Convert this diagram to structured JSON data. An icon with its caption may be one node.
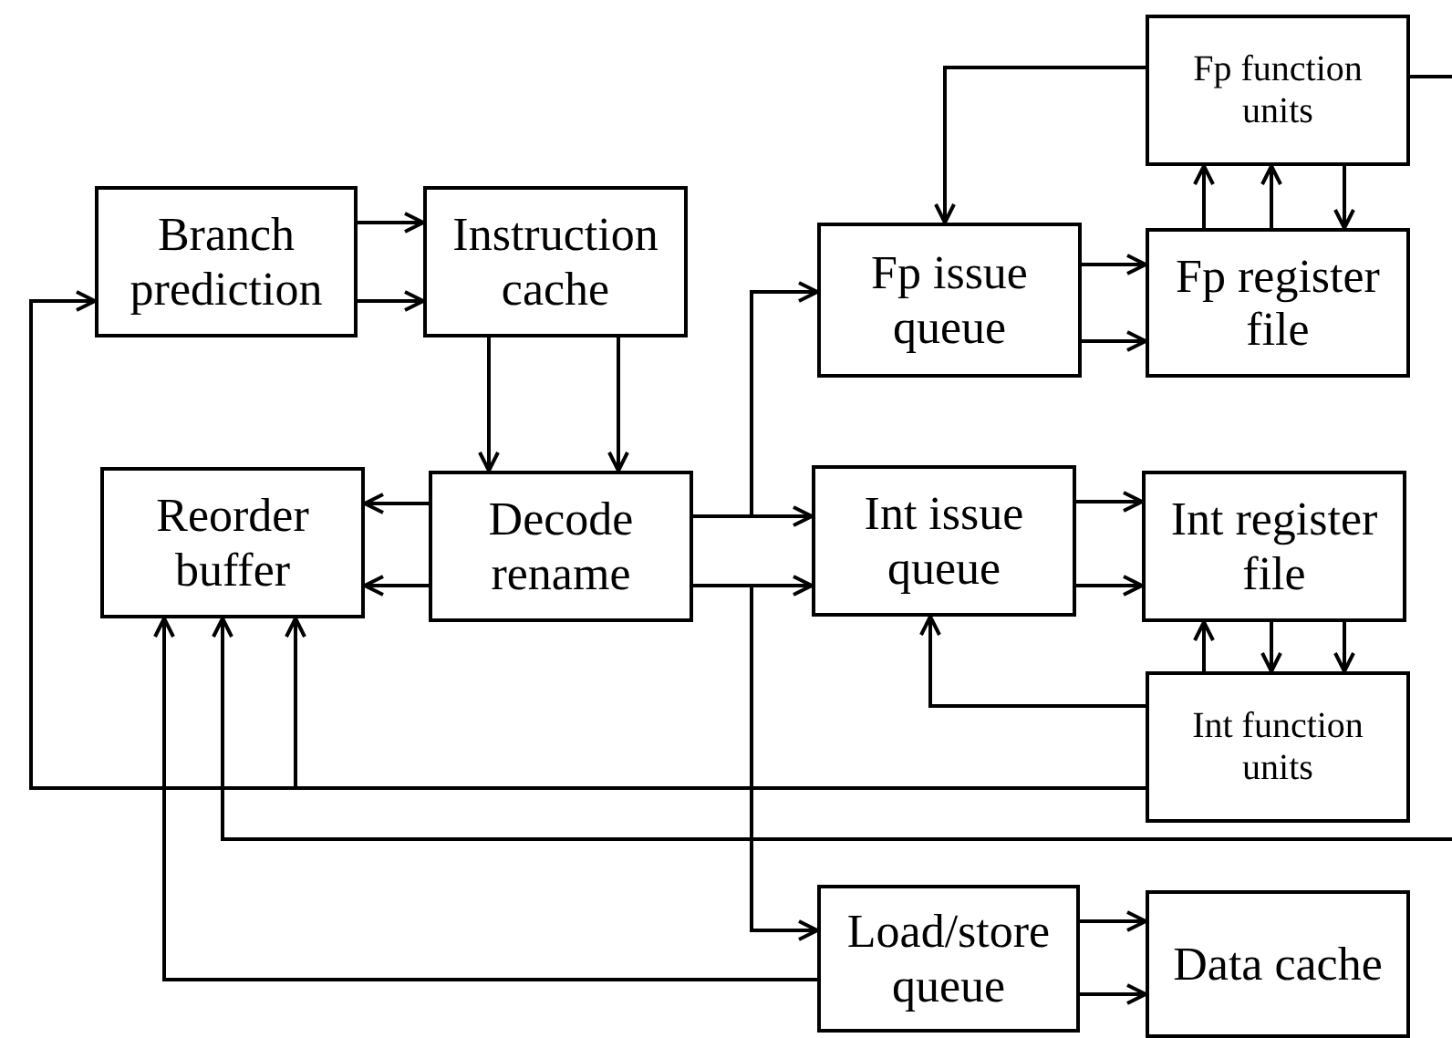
{
  "diagram": {
    "nodes": [
      {
        "text": [
          "Branch prediction"
        ]
      },
      {
        "text": [
          "Instruction cache"
        ]
      },
      {
        "text": [
          "Reorder buffer"
        ]
      },
      {
        "text": [
          "Decode rename"
        ]
      },
      {
        "text": [
          "Fp function units"
        ]
      },
      {
        "text": [
          "Fp issue queue"
        ]
      },
      {
        "text": [
          "Fp register file"
        ]
      },
      {
        "text": [
          "Int issue queue"
        ]
      },
      {
        "text": [
          "Int register file"
        ]
      },
      {
        "text": [
          "Int function units"
        ]
      },
      {
        "text": [
          "Load/store queue"
        ]
      },
      {
        "text": [
          "Data cache"
        ]
      }
    ],
    "edges": [
      {
        "from": 0,
        "to": 1,
        "arrow": "to"
      },
      {
        "from": 0,
        "to": 1,
        "arrow": "to"
      },
      {
        "from": 1,
        "to": 3,
        "arrow": "to"
      },
      {
        "from": 1,
        "to": 3,
        "arrow": "to"
      },
      {
        "from": 3,
        "to": 2,
        "arrow": "to"
      },
      {
        "from": 3,
        "to": 2,
        "arrow": "to"
      },
      {
        "from": 3,
        "to": 5,
        "arrow": "to"
      },
      {
        "from": 3,
        "to": 7,
        "arrow": "to"
      },
      {
        "from": 3,
        "to": 7,
        "arrow": "to"
      },
      {
        "from": 3,
        "to": 10,
        "arrow": "to"
      },
      {
        "from": 4,
        "to": 5,
        "arrow": "to"
      },
      {
        "from": 5,
        "to": 6,
        "arrow": "to"
      },
      {
        "from": 5,
        "to": 6,
        "arrow": "to"
      },
      {
        "from": 6,
        "to": 4,
        "arrow": "to"
      },
      {
        "from": 6,
        "to": 4,
        "arrow": "to"
      },
      {
        "from": 4,
        "to": 6,
        "arrow": "to"
      },
      {
        "from": 7,
        "to": 8,
        "arrow": "to"
      },
      {
        "from": 7,
        "to": 8,
        "arrow": "to"
      },
      {
        "from": 8,
        "to": 9,
        "arrow": "to"
      },
      {
        "from": 8,
        "to": 9,
        "arrow": "to"
      },
      {
        "from": 9,
        "to": 8,
        "arrow": "to"
      },
      {
        "from": 9,
        "to": 7,
        "arrow": "to"
      },
      {
        "from": 9,
        "to": 0,
        "arrow": "to"
      },
      {
        "from": 9,
        "to": 2,
        "arrow": "to"
      },
      {
        "from": 4,
        "to": 2,
        "arrow": "to"
      },
      {
        "from": 10,
        "to": 2,
        "arrow": "to"
      },
      {
        "from": 10,
        "to": 11,
        "arrow": "to"
      },
      {
        "from": 10,
        "to": 11,
        "arrow": "to"
      }
    ]
  }
}
